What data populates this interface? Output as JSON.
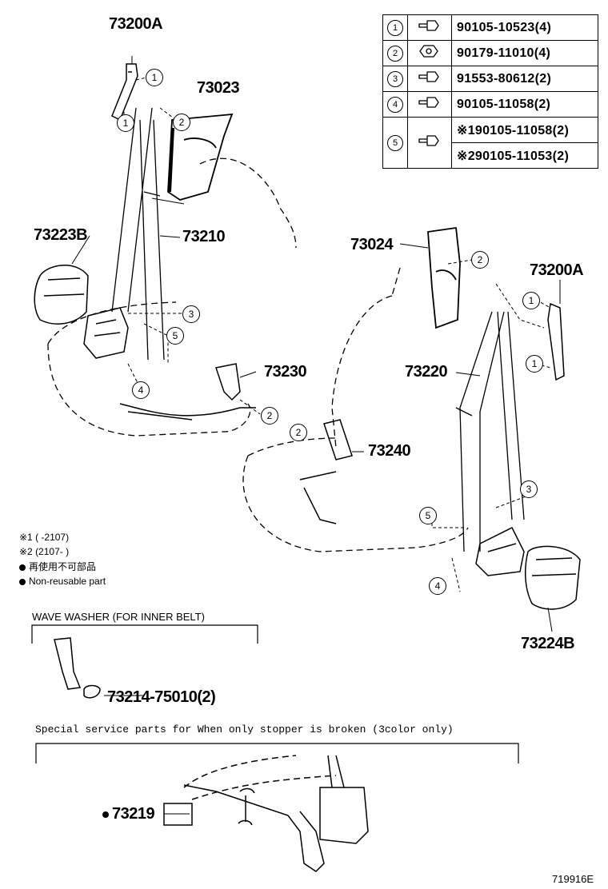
{
  "callouts": {
    "p73200A_top": "73200A",
    "p73023": "73023",
    "p73223B": "73223B",
    "p73210": "73210",
    "p73024": "73024",
    "p73200A_right": "73200A",
    "p73230": "73230",
    "p73220": "73220",
    "p73240": "73240",
    "p73224B": "73224B",
    "p73214": "73214-75010(2)",
    "p73219": "73219"
  },
  "circle_refs": [
    "1",
    "2",
    "3",
    "4",
    "5"
  ],
  "fastener_table": [
    {
      "no": "1",
      "part": "90105-10523(4)"
    },
    {
      "no": "2",
      "part": "90179-11010(4)"
    },
    {
      "no": "3",
      "part": "91553-80612(2)"
    },
    {
      "no": "4",
      "part": "90105-11058(2)"
    },
    {
      "no": "5",
      "parts": [
        "※190105-11058(2)",
        "※290105-11053(2)"
      ]
    }
  ],
  "legend": {
    "note1": "※1 (      -2107)",
    "note2": "※2 (2107-      )",
    "nonreusable_jp": "再使用不可部品",
    "nonreusable_en": "Non-reusable part"
  },
  "wave_washer_title": "WAVE WASHER (FOR INNER BELT)",
  "special_title": "Special  service  parts  for  When  only  stopper  is  broken  (3color  only)",
  "drawing_number": "719916E"
}
